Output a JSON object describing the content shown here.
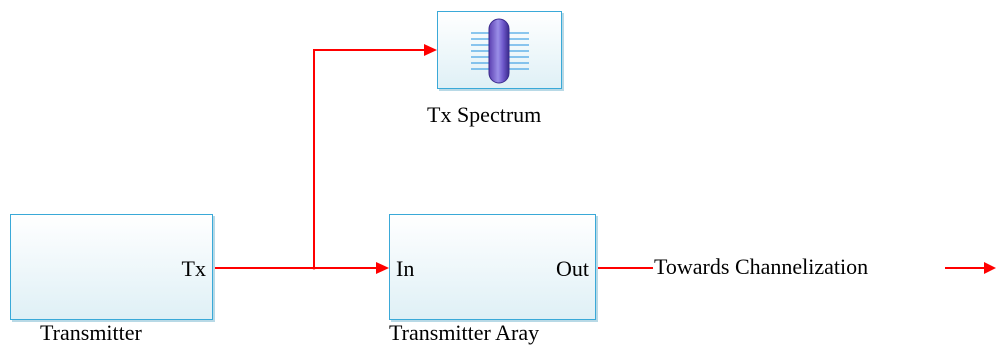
{
  "colors": {
    "wire": "#ff0000",
    "block_border": "#3aa9d8"
  },
  "blocks": {
    "transmitter": {
      "label": "Transmitter",
      "port_out": "Tx"
    },
    "tx_spectrum": {
      "label": "Tx Spectrum",
      "icon": "spectrum-scope-icon"
    },
    "transmitter_array": {
      "label": "Transmitter Aray",
      "port_in": "In",
      "port_out": "Out"
    }
  },
  "signals": {
    "output_label": "Towards Channelization"
  }
}
